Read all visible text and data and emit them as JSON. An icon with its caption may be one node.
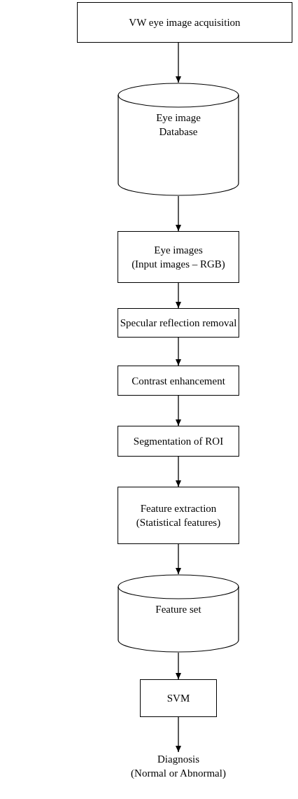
{
  "diagram": {
    "nodes": [
      {
        "text": [
          "VW eye image acquisition"
        ]
      },
      {
        "text": [
          "Eye image",
          "Database"
        ]
      },
      {
        "text": [
          "Eye images",
          "(Input images – RGB)"
        ]
      },
      {
        "text": [
          "Specular reflection removal"
        ]
      },
      {
        "text": [
          "Contrast enhancement"
        ]
      },
      {
        "text": [
          "Segmentation of ROI"
        ]
      },
      {
        "text": [
          "Feature extraction",
          "(Statistical features)"
        ]
      },
      {
        "text": [
          "Feature set"
        ]
      },
      {
        "text": [
          "SVM"
        ]
      },
      {
        "text": [
          "Diagnosis",
          "(Normal or Abnormal)"
        ]
      }
    ],
    "edges": [
      {
        "from": 0,
        "to": 1,
        "arrow": "to"
      },
      {
        "from": 1,
        "to": 2,
        "arrow": "to"
      },
      {
        "from": 2,
        "to": 3,
        "arrow": "to"
      },
      {
        "from": 3,
        "to": 4,
        "arrow": "to"
      },
      {
        "from": 4,
        "to": 5,
        "arrow": "to"
      },
      {
        "from": 5,
        "to": 6,
        "arrow": "to"
      },
      {
        "from": 6,
        "to": 7,
        "arrow": "to"
      },
      {
        "from": 7,
        "to": 8,
        "arrow": "to"
      },
      {
        "from": 8,
        "to": 9,
        "arrow": "to"
      }
    ]
  }
}
